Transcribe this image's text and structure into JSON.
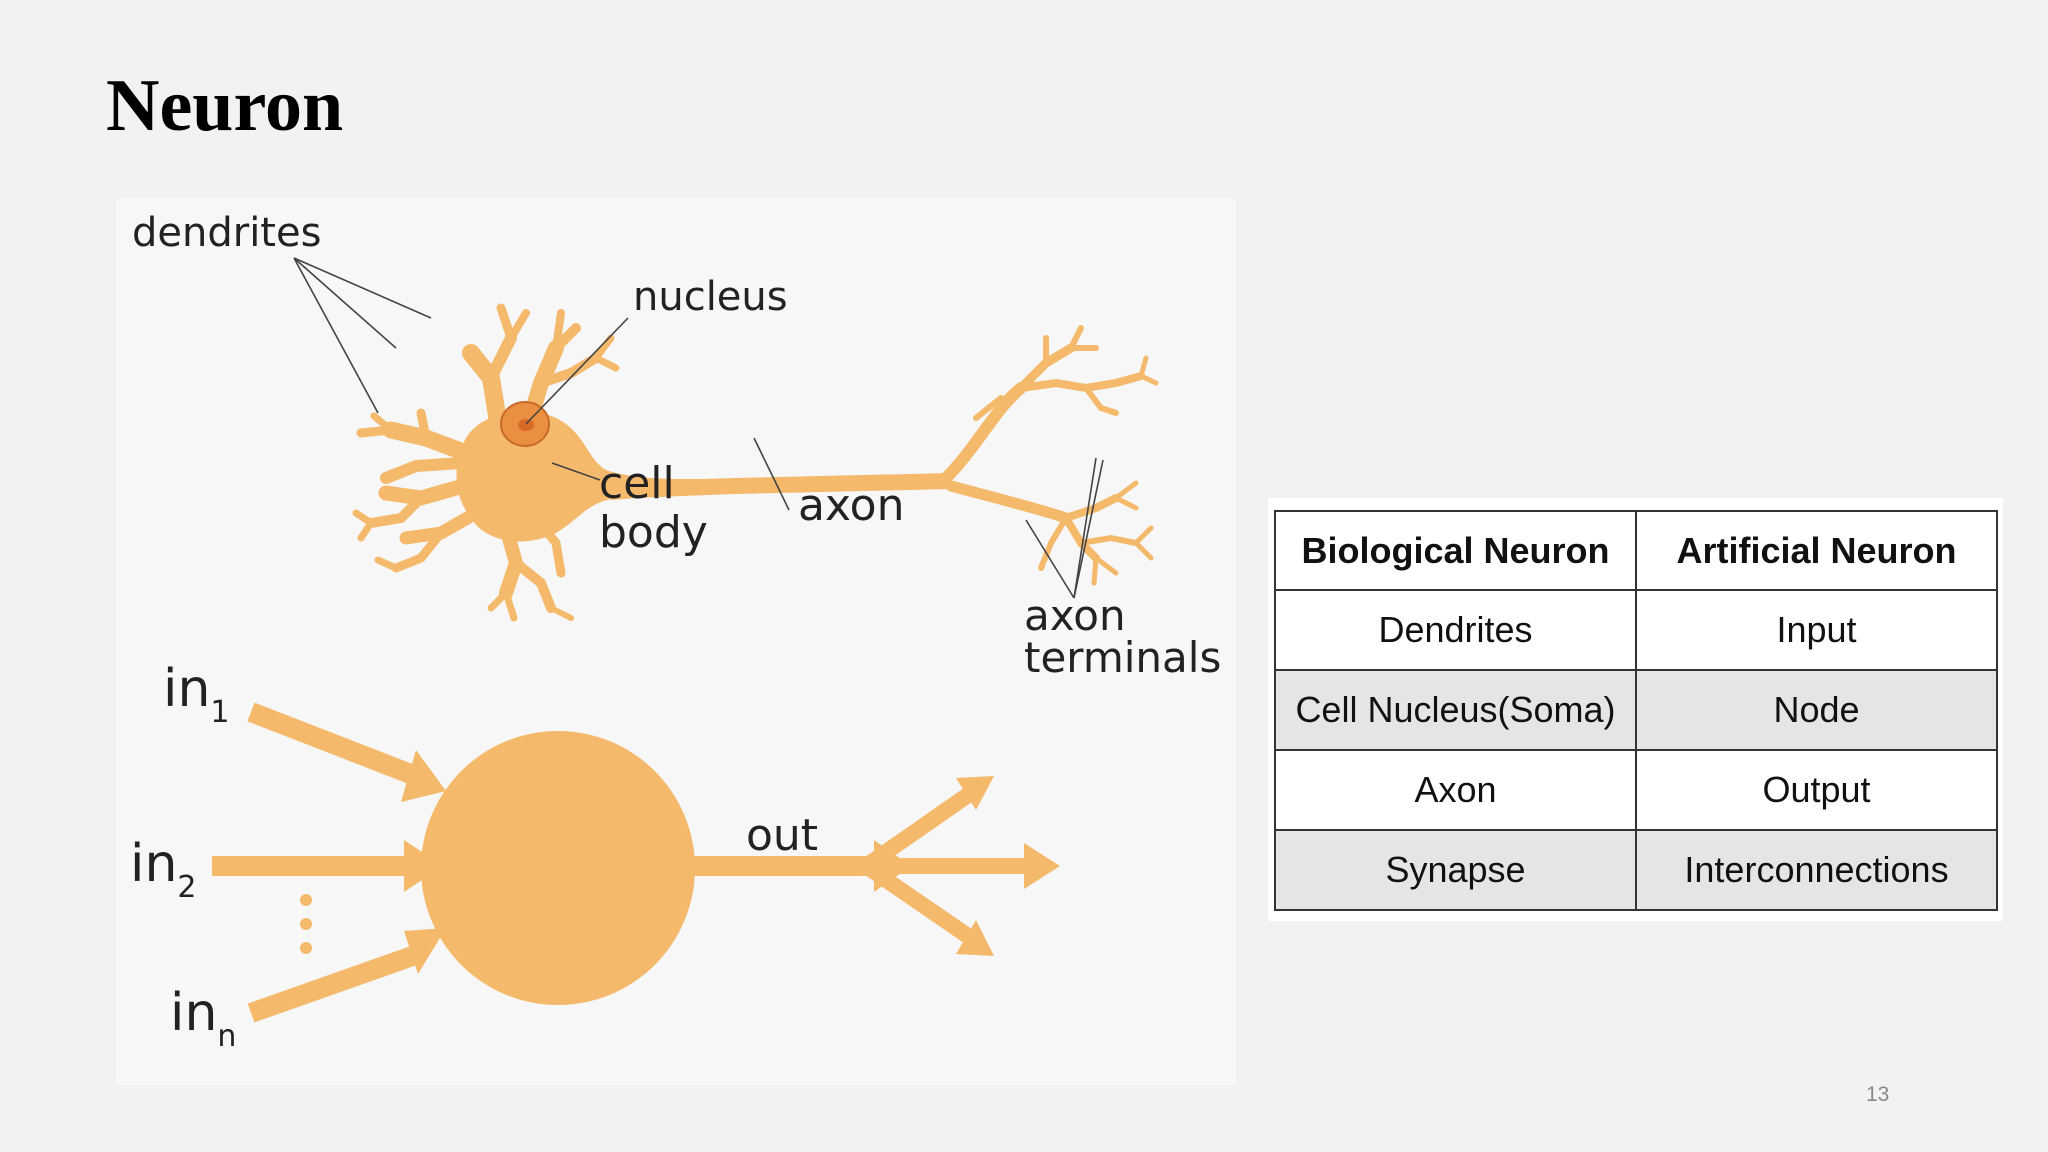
{
  "slide": {
    "title": "Neuron",
    "page_number": "13"
  },
  "figure": {
    "bio_labels": {
      "dendrites": "dendrites",
      "nucleus": "nucleus",
      "cell": "cell",
      "body": "body",
      "axon": "axon",
      "axon_terminals_1": "axon",
      "axon_terminals_2": "terminals"
    },
    "artificial_labels": {
      "in": "in",
      "sub1": "1",
      "sub2": "2",
      "subn": "n",
      "out": "out"
    },
    "colors": {
      "neuron_fill": "#f4b96b",
      "nucleus_fill": "#e98f3f",
      "nucleus_core": "#d96b28",
      "leader_line": "#444444"
    }
  },
  "table": {
    "headers": [
      "Biological Neuron",
      "Artificial Neuron"
    ],
    "rows": [
      [
        "Dendrites",
        "Input"
      ],
      [
        "Cell Nucleus(Soma)",
        "Node"
      ],
      [
        "Axon",
        "Output"
      ],
      [
        "Synapse",
        "Interconnections"
      ]
    ],
    "colors": {
      "striped_row": "#e4e5e7",
      "border": "#333333"
    }
  }
}
